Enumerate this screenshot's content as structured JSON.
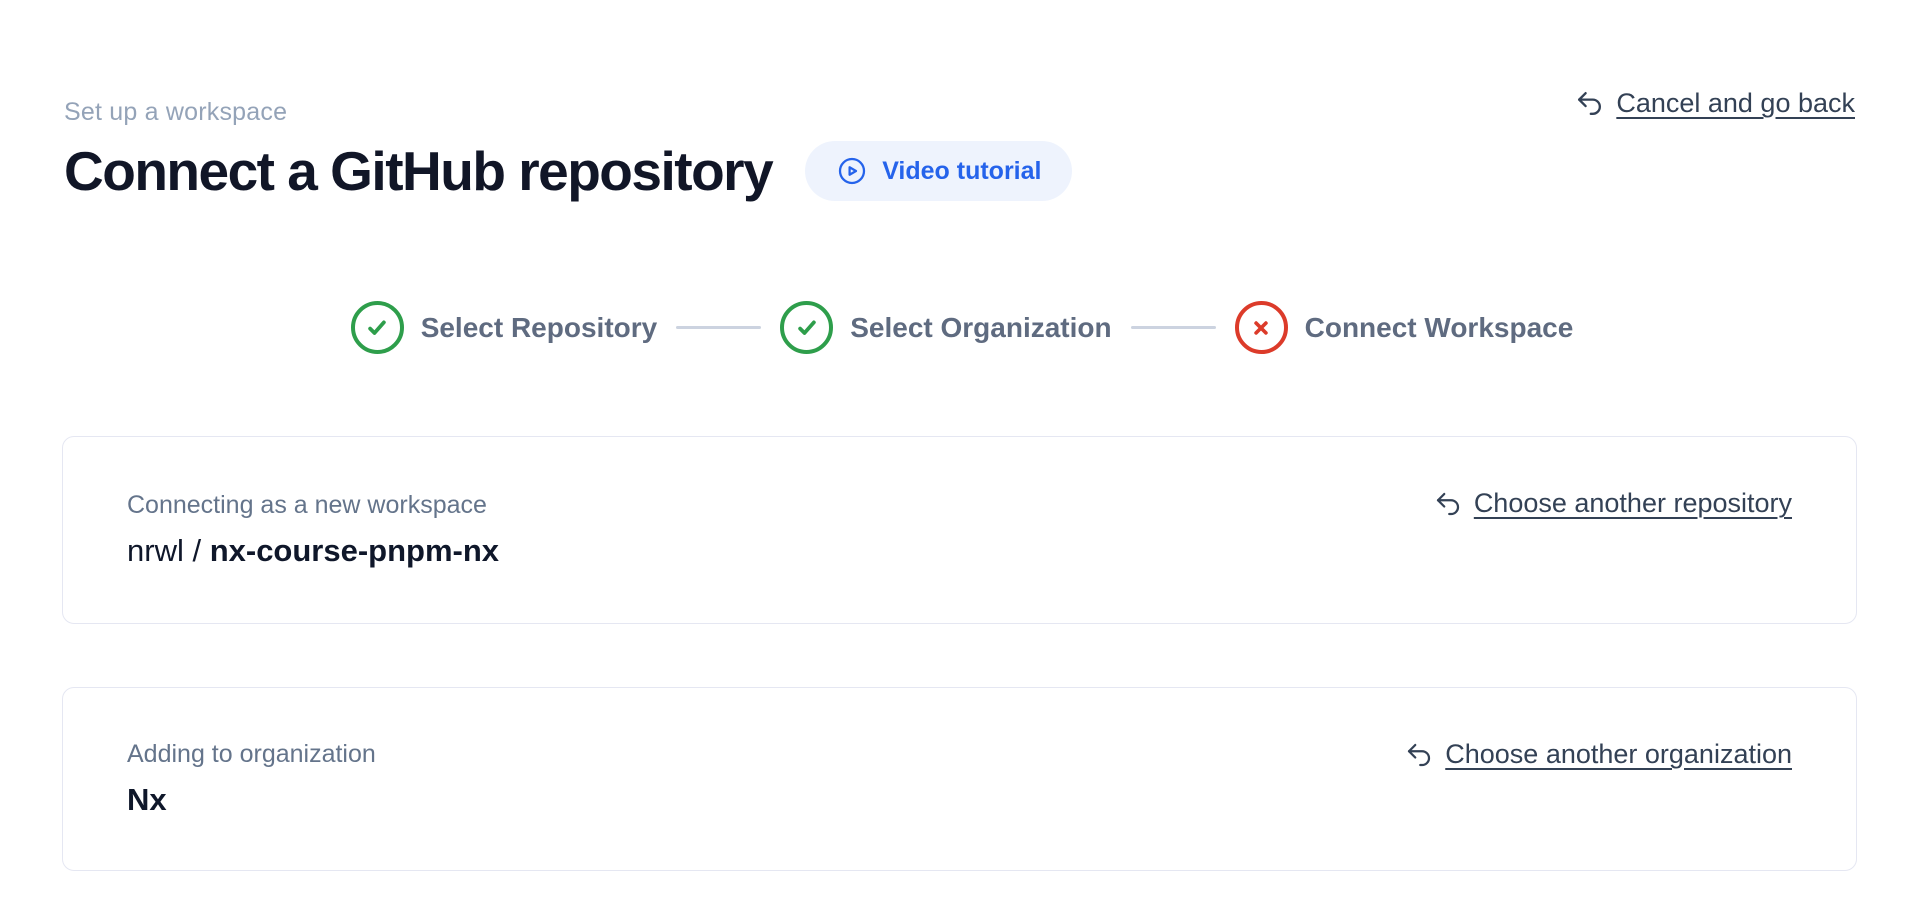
{
  "header": {
    "eyebrow": "Set up a workspace",
    "title": "Connect a GitHub repository",
    "video_button_label": "Video tutorial",
    "cancel_label": "Cancel and go back"
  },
  "stepper": {
    "steps": [
      {
        "label": "Select Repository",
        "status": "success",
        "icon": "check-circle-icon"
      },
      {
        "label": "Select Organization",
        "status": "success",
        "icon": "check-circle-icon"
      },
      {
        "label": "Connect Workspace",
        "status": "error",
        "icon": "x-circle-icon"
      }
    ]
  },
  "cards": [
    {
      "label": "Connecting as a new workspace",
      "value_prefix": "nrwl / ",
      "value_main": "nx-course-pnpm-nx",
      "action_label": "Choose another repository"
    },
    {
      "label": "Adding to organization",
      "value_prefix": "",
      "value_main": "Nx",
      "action_label": "Choose another organization"
    }
  ],
  "colors": {
    "accent_blue": "#2563eb",
    "accent_blue_bg": "#eef3fd",
    "success_green": "#2e9e4b",
    "error_red": "#dc3b2a",
    "link_color": "#334155",
    "muted_text": "#64748b",
    "heading_text": "#111627"
  }
}
